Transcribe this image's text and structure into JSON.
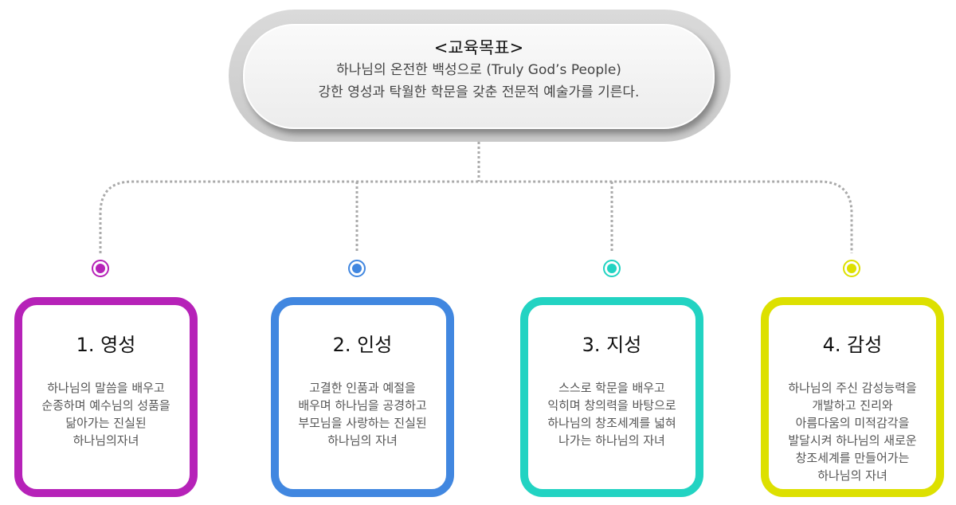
{
  "goal": {
    "title": "<교육목표>",
    "lines": [
      "하나님의 온전한 백성으로 (Truly God’s People)",
      "강한 영성과 탁월한 학문을 갖춘 전문적 예술가를 기른다."
    ]
  },
  "cards": [
    {
      "title": "1. 영성",
      "text": "하나님의 말씀을 배우고\n순종하며 예수님의 성품을\n닮아가는 진실된\n하나님의자녀",
      "color": "#b622b8"
    },
    {
      "title": "2. 인성",
      "text": "고결한 인품과 예절을\n배우며 하나님을 공경하고\n부모님을 사랑하는 진실된\n하나님의 자녀",
      "color": "#4187e0"
    },
    {
      "title": "3. 지성",
      "text": "스스로 학문을 배우고\n익히며 창의력을 바탕으로\n하나님의 창조세계를 넓혀\n나가는 하나님의 자녀",
      "color": "#22d3c2"
    },
    {
      "title": "4. 감성",
      "text": "하나님의 주신 감성능력을\n개발하고 진리와\n아름다움의 미적감각을\n발달시켜 하나님의 새로운\n창조세계를 만들어가는\n하나님의 자녀",
      "color": "#dde000"
    }
  ]
}
